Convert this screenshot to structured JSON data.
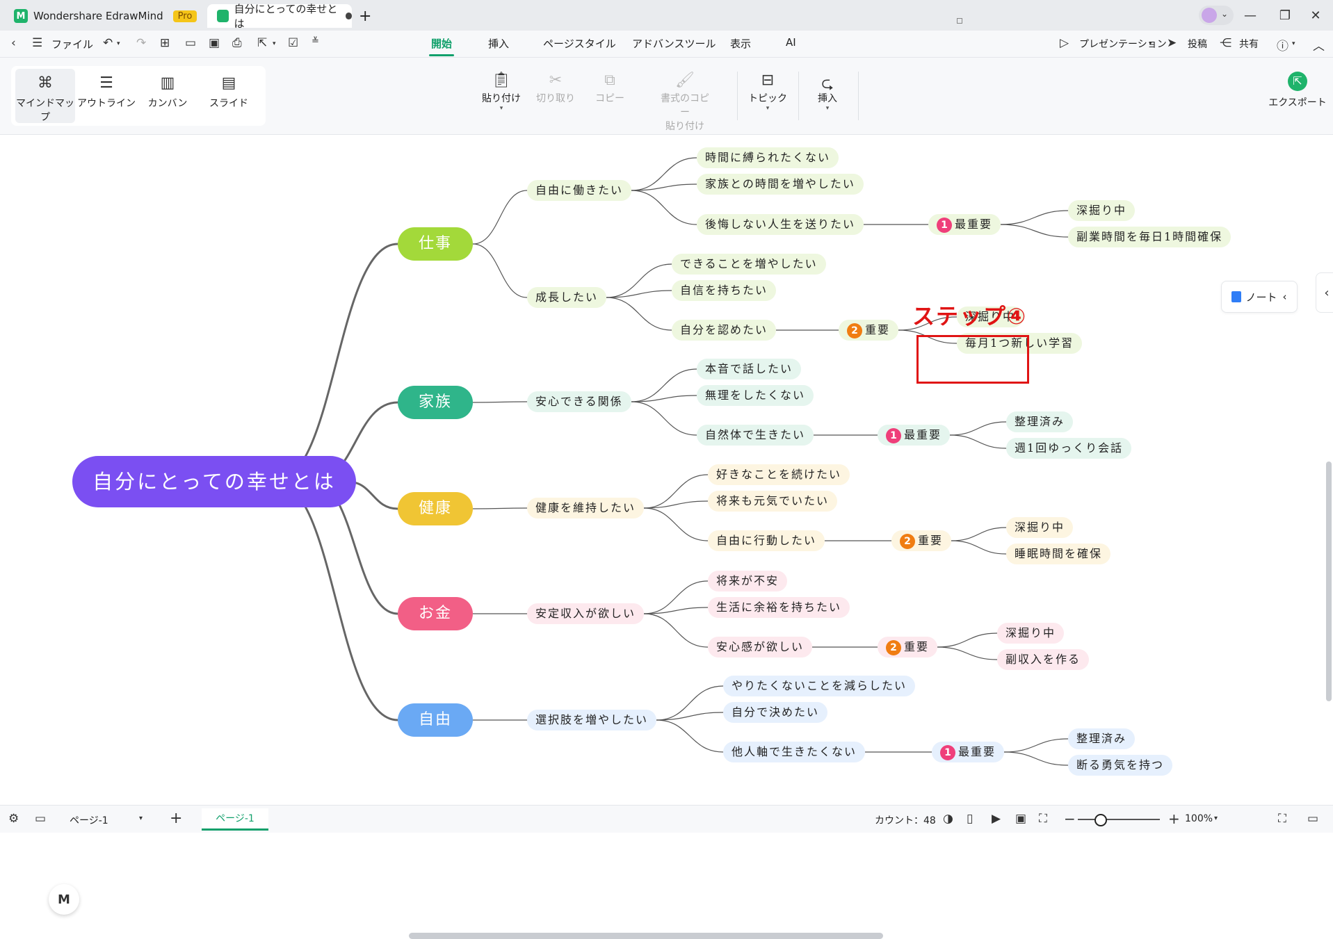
{
  "titlebar": {
    "app_name": "Wondershare EdrawMind",
    "pro_badge": "Pro",
    "doc_tab": "自分にとっての幸せとは",
    "add_tab": "+"
  },
  "menubar": {
    "file": "ファイル",
    "tabs": [
      "開始",
      "挿入",
      "ページスタイル",
      "アドバンスツール",
      "表示",
      "AI"
    ],
    "presentation": "プレゼンテーション",
    "post": "投稿",
    "share": "共有"
  },
  "ribbon": {
    "views": [
      "マインドマップ",
      "アウトライン",
      "カンバン",
      "スライド"
    ],
    "paste": "貼り付け",
    "cut": "切り取り",
    "copy": "コピー",
    "format_copy_1": "書式のコピー",
    "format_copy_2": "貼り付け",
    "topic": "トピック",
    "insert": "挿入",
    "export": "エクスポート"
  },
  "canvas": {
    "step_label": "ステップ④",
    "note_button": "ノート"
  },
  "mindmap": {
    "root": "自分にとっての幸せとは",
    "colors": {
      "root": "#7b4ff2",
      "work": "#a3d93a",
      "family": "#2fb58a",
      "health": "#f0c534",
      "money": "#f25f86",
      "freedom": "#6aa9f4",
      "badge_top": "#ef3f7a",
      "badge_important": "#f07d12"
    },
    "branches": [
      {
        "label": "仕事",
        "subs": [
          {
            "label": "自由に働きたい",
            "leaves": [
              "時間に縛られたくない",
              "家族との時間を増やしたい",
              "後悔しない人生を送りたい"
            ]
          },
          {
            "label": "成長したい",
            "leaves": [
              "できることを増やしたい",
              "自信を持ちたい",
              "自分を認めたい"
            ]
          }
        ],
        "priorities": [
          {
            "badge": "1",
            "label": "最重要",
            "children": [
              "深掘り中",
              "副業時間を毎日1時間確保"
            ]
          },
          {
            "badge": "2",
            "label": "重要",
            "children": [
              "深掘り中",
              "毎月1つ新しい学習"
            ]
          }
        ]
      },
      {
        "label": "家族",
        "subs": [
          {
            "label": "安心できる関係",
            "leaves": [
              "本音で話したい",
              "無理をしたくない",
              "自然体で生きたい"
            ]
          }
        ],
        "priorities": [
          {
            "badge": "1",
            "label": "最重要",
            "children": [
              "整理済み",
              "週1回ゆっくり会話"
            ]
          }
        ]
      },
      {
        "label": "健康",
        "subs": [
          {
            "label": "健康を維持したい",
            "leaves": [
              "好きなことを続けたい",
              "将来も元気でいたい",
              "自由に行動したい"
            ]
          }
        ],
        "priorities": [
          {
            "badge": "2",
            "label": "重要",
            "children": [
              "深掘り中",
              "睡眠時間を確保"
            ]
          }
        ]
      },
      {
        "label": "お金",
        "subs": [
          {
            "label": "安定収入が欲しい",
            "leaves": [
              "将来が不安",
              "生活に余裕を持ちたい",
              "安心感が欲しい"
            ]
          }
        ],
        "priorities": [
          {
            "badge": "2",
            "label": "重要",
            "children": [
              "深掘り中",
              "副収入を作る"
            ]
          }
        ]
      },
      {
        "label": "自由",
        "subs": [
          {
            "label": "選択肢を増やしたい",
            "leaves": [
              "やりたくないことを減らしたい",
              "自分で決めたい",
              "他人軸で生きたくない"
            ]
          }
        ],
        "priorities": [
          {
            "badge": "1",
            "label": "最重要",
            "children": [
              "整理済み",
              "断る勇気を持つ"
            ]
          }
        ]
      }
    ]
  },
  "statusbar": {
    "page_select": "ページ-1",
    "page_tab": "ページ-1",
    "count": "カウント：48",
    "zoom": "100%"
  }
}
